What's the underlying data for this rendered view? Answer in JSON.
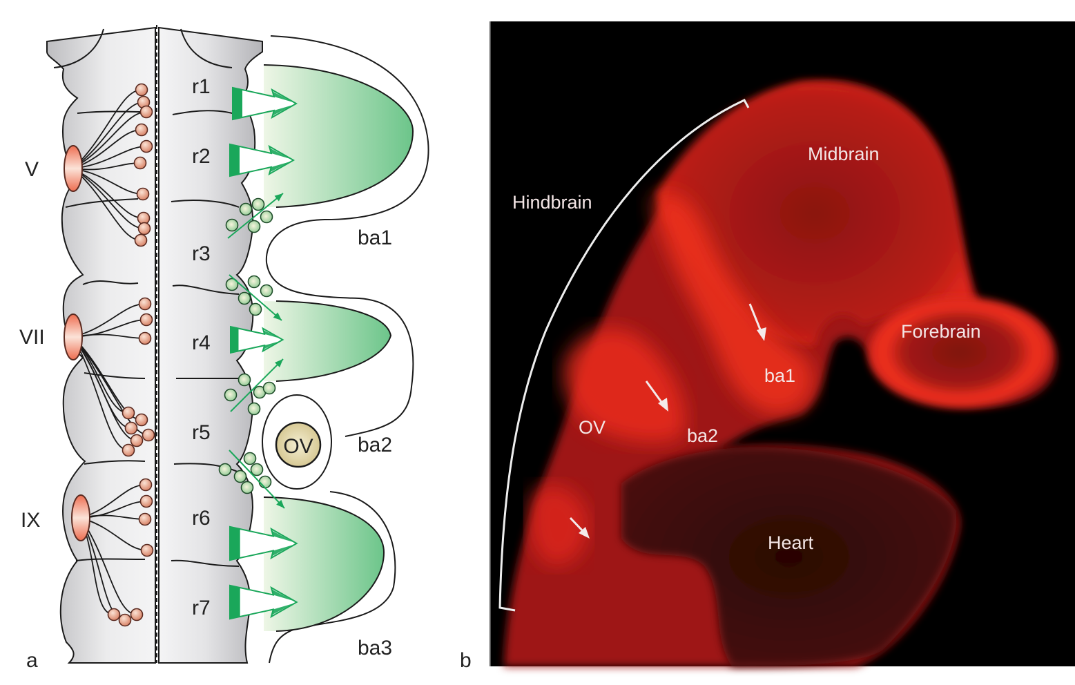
{
  "figure": {
    "panel_a": {
      "panel_label": "a",
      "rhombomeres": [
        "r1",
        "r2",
        "r3",
        "r4",
        "r5",
        "r6",
        "r7"
      ],
      "cranial_nerves": [
        "V",
        "VII",
        "IX"
      ],
      "branchial_arches": [
        "ba1",
        "ba2",
        "ba3"
      ],
      "otic_vesicle": "OV",
      "colors": {
        "neural_tube": "#d8d8da",
        "arch_green": "#5fbf7f",
        "migration_arrow": "#1aa75a",
        "neuron": "#e9a88e",
        "ganglion": "#ee7a5c",
        "crest_cell": "#cfe6c4",
        "otic_vesicle": "#e6dcb4"
      }
    },
    "panel_b": {
      "panel_label": "b",
      "regions": [
        "Hindbrain",
        "Midbrain",
        "Forebrain",
        "ba1",
        "ba2",
        "OV",
        "Heart"
      ],
      "colors": {
        "background": "#000000",
        "stain": "#e8261b",
        "label": "#f4e6e6"
      }
    }
  }
}
